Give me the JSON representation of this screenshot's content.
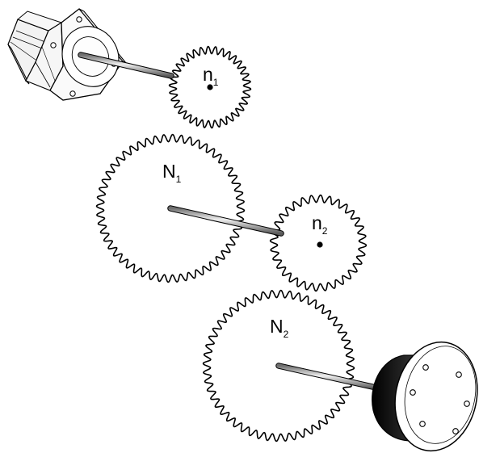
{
  "colors": {
    "line": "#000000",
    "background": "#ffffff",
    "motor_body": "#f4f4f4",
    "wheel_hub": "#1a1a1a",
    "shaft_light": "#eeeeee",
    "shaft_dark": "#6e6e6e"
  },
  "labels": {
    "gear_n1": {
      "main": "n",
      "sub": "1"
    },
    "gear_N1": {
      "main": "N",
      "sub": "1"
    },
    "gear_n2": {
      "main": "n",
      "sub": "2"
    },
    "gear_N2": {
      "main": "N",
      "sub": "2"
    }
  },
  "gears": [
    {
      "id": "n1",
      "teeth": 34
    },
    {
      "id": "N1",
      "teeth": 52
    },
    {
      "id": "n2",
      "teeth": 32
    },
    {
      "id": "N2",
      "teeth": 52
    }
  ],
  "icons": {
    "motor": "stepper-motor-icon",
    "wheel": "output-wheel-icon"
  }
}
